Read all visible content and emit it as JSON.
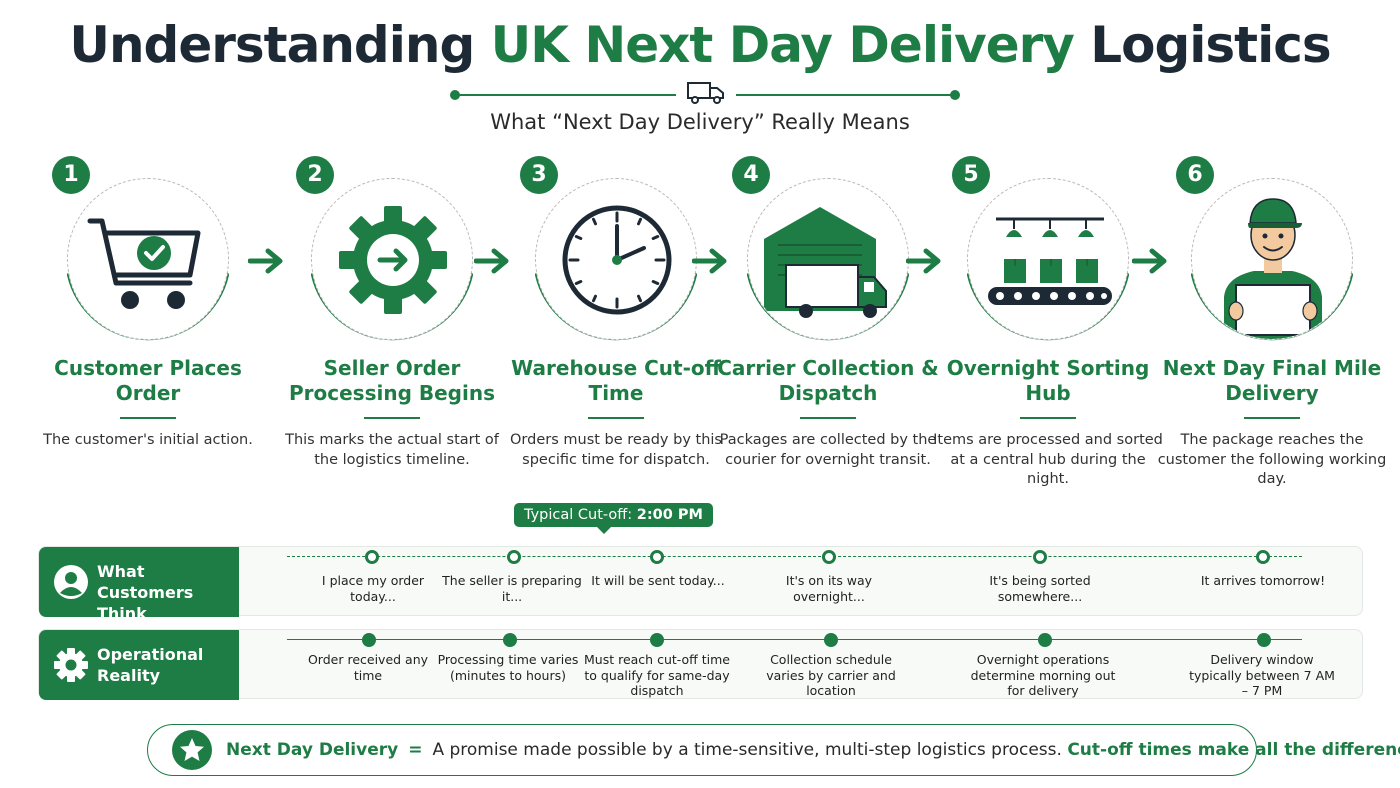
{
  "header": {
    "title_part1": "Understanding ",
    "title_accent": "UK Next Day Delivery",
    "title_part2": " Logistics",
    "subtitle": "What “Next Day Delivery” Really Means",
    "divider_icon": "delivery-truck-icon"
  },
  "steps": [
    {
      "number": "1",
      "title": "Customer Places Order",
      "description": "The customer's initial action.",
      "icon": "shopping-cart-check-icon"
    },
    {
      "number": "2",
      "title": "Seller Order Processing Begins",
      "description": "This marks the actual start of the logistics timeline.",
      "icon": "gear-arrow-icon"
    },
    {
      "number": "3",
      "title": "Warehouse Cut-off Time",
      "description": "Orders must be ready by this specific time for dispatch.",
      "icon": "clock-icon"
    },
    {
      "number": "4",
      "title": "Carrier Collection & Dispatch",
      "description": "Packages are collected by the courier for overnight transit.",
      "icon": "warehouse-truck-icon"
    },
    {
      "number": "5",
      "title": "Overnight Sorting Hub",
      "description": "Items are processed and sorted at a central hub during the night.",
      "icon": "conveyor-belt-icon"
    },
    {
      "number": "6",
      "title": "Next Day Final Mile Delivery",
      "description": "The package reaches the customer the following working day.",
      "icon": "courier-person-icon"
    }
  ],
  "cutoff": {
    "label": "Typical Cut-off: ",
    "time": "2:00 PM"
  },
  "customers_band": {
    "label": "What Customers Think",
    "icon": "user-avatar-icon",
    "items": [
      "I place my order today...",
      "The seller is preparing it...",
      "It will be sent today...",
      "It's on its way overnight...",
      "It's being sorted somewhere...",
      "It arrives tomorrow!"
    ]
  },
  "ops_band": {
    "label": "Operational Reality",
    "icon": "gear-icon",
    "items": [
      "Order received any time",
      "Processing time varies (minutes to hours)",
      "Must reach cut-off time to qualify for same-day dispatch",
      "Collection schedule varies by carrier and location",
      "Overnight operations determine morning out for delivery",
      "Delivery window typically between 7 AM – 7 PM"
    ]
  },
  "footer": {
    "icon": "star-badge-icon",
    "term": "Next Day Delivery",
    "equals": "=",
    "statement": "A promise made possible by a time-sensitive, multi-step logistics process.",
    "emphasis": "Cut-off times make all the difference."
  },
  "colors": {
    "accent": "#1e7c45",
    "heading": "#1d2a36"
  }
}
